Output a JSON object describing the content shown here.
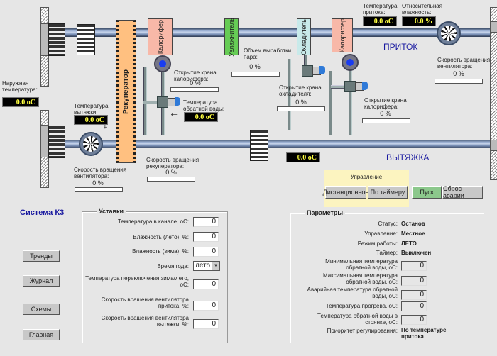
{
  "outside_temp": {
    "label": "Наружная температура:",
    "value": "0.0 oC"
  },
  "exhaust_temp": {
    "label": "Температура вытяжки:",
    "value": "0.0 oC"
  },
  "recuperator": {
    "label": "Рекуператор",
    "speed_label": "Скорость вращения рекуператора:",
    "speed_value": "0 %",
    "speed_fraction": 0
  },
  "heater1": {
    "label": "Калорифер",
    "valve_label": "Открытие крана калорифера:",
    "valve_value": "0 %",
    "valve_fraction": 0,
    "return_label": "Температура обратной воды:",
    "return_value": "0.0 oC"
  },
  "humidifier": {
    "label": "Увлажнитель",
    "steam_label": "Объем выработки пара:",
    "steam_value": "0 %",
    "steam_fraction": 0
  },
  "cooler": {
    "label": "Охладитель",
    "valve_label": "Открытие крана охладителя:",
    "valve_value": "0 %",
    "valve_fraction": 0
  },
  "heater2": {
    "label": "Калорифер",
    "valve_label": "Открытие крана калорифера:",
    "valve_value": "0 %",
    "valve_fraction": 0
  },
  "supply": {
    "title": "ПРИТОК",
    "temp_label": "Температура притока:",
    "temp_value": "0.0 oC",
    "humidity_label": "Относительная влажность:",
    "humidity_value": "0.0 %",
    "fan_label": "Скорость вращения вентилятора:",
    "fan_value": "0 %",
    "fan_fraction": 0
  },
  "exhaust": {
    "title": "ВЫТЯЖКА",
    "temp_value": "0.0 oC",
    "fan_label": "Скорость вращения вентилятора:",
    "fan_value": "0 %",
    "fan_fraction": 0
  },
  "control": {
    "title": "Управление",
    "remote_button": "Дистанционное",
    "timer_button": "По таймеру",
    "start_button": "Пуск",
    "reset_button": "Сброс аварии"
  },
  "system_title": "Система К3",
  "nav": {
    "trends": "Тренды",
    "journal": "Журнал",
    "schemes": "Схемы",
    "main": "Главная"
  },
  "setpoints": {
    "title": "Уставки",
    "channel_temp": {
      "label": "Температура в канале, оС:",
      "value": "0"
    },
    "humidity_summer": {
      "label": "Влажность (лето), %:",
      "value": "0"
    },
    "humidity_winter": {
      "label": "Влажность (зима), %:",
      "value": "0"
    },
    "season": {
      "label": "Время года:",
      "value": "лето"
    },
    "switch_temp": {
      "label": "Температура переключения зима/лето, оС:",
      "value": "0"
    },
    "supply_fan": {
      "label": "Скорость вращения вентилятора притока, %:",
      "value": "0"
    },
    "exhaust_fan": {
      "label": "Скорость вращения вентилятора вытяжки, %:",
      "value": "0"
    }
  },
  "params": {
    "title": "Параметры",
    "status": {
      "label": "Статус:",
      "value": "Останов"
    },
    "control": {
      "label": "Управление:",
      "value": "Местное"
    },
    "mode": {
      "label": "Режим работы:",
      "value": "ЛЕТО"
    },
    "timer": {
      "label": "Таймер:",
      "value": "Выключен"
    },
    "min_return": {
      "label": "Минимальная температура обратной воды, оС:",
      "value": "0"
    },
    "max_return": {
      "label": "Максимальная температура обратной воды, оС:",
      "value": "0"
    },
    "alarm_return": {
      "label": "Аварийная температура обратной воды, оС:",
      "value": "0"
    },
    "warmup": {
      "label": "Температура прогрева, оС:",
      "value": "0"
    },
    "standby_return": {
      "label": "Температура обратной воды в стоянке, оС:",
      "value": "0"
    },
    "priority": {
      "label": "Приоритет регулирования:",
      "value": "По температуре притока"
    }
  }
}
